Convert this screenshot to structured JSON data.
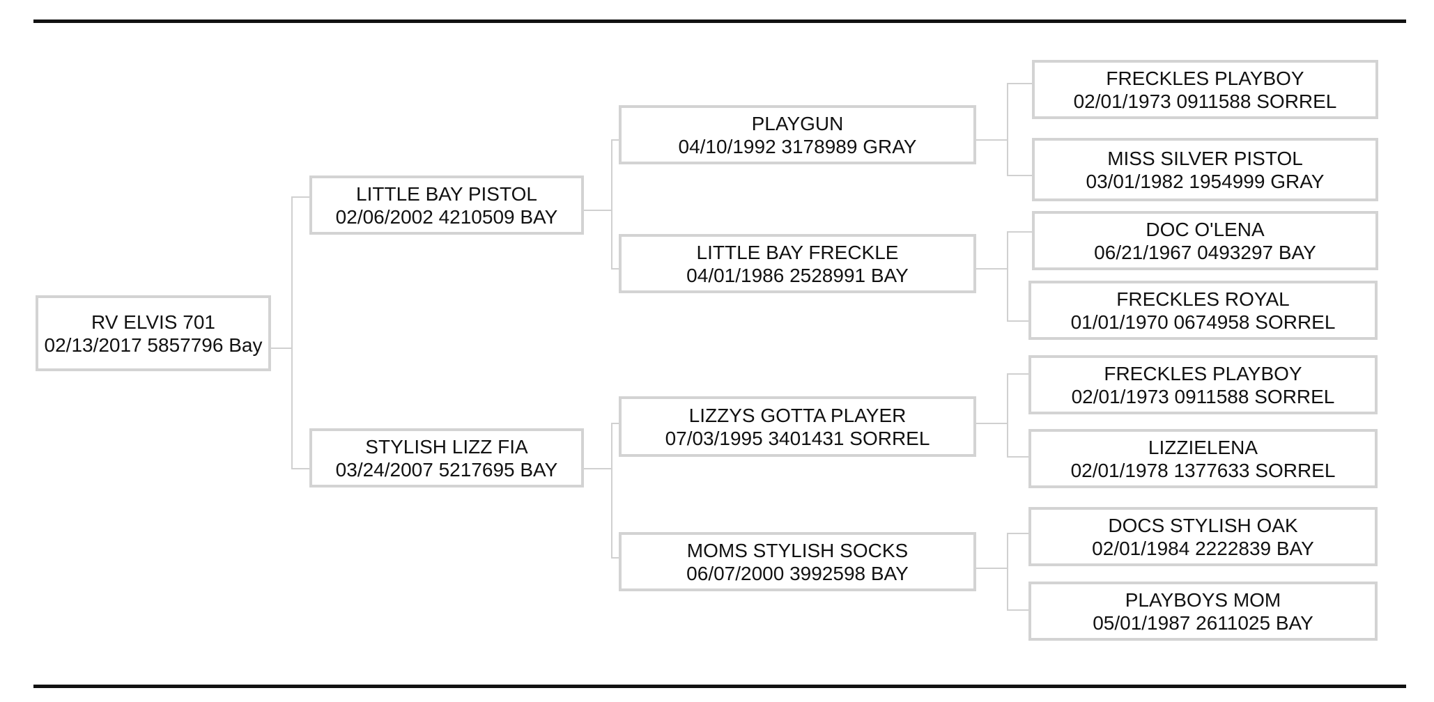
{
  "pedigree": {
    "subject": {
      "name": "RV ELVIS 701",
      "info": "02/13/2017 5857796 Bay"
    },
    "sire": {
      "name": "LITTLE BAY PISTOL",
      "info": "02/06/2002 4210509 BAY"
    },
    "dam": {
      "name": "STYLISH LIZZ FIA",
      "info": "03/24/2007 5217695 BAY"
    },
    "sire_sire": {
      "name": "PLAYGUN",
      "info": "04/10/1992 3178989 GRAY"
    },
    "sire_dam": {
      "name": "LITTLE BAY FRECKLE",
      "info": "04/01/1986 2528991 BAY"
    },
    "dam_sire": {
      "name": "LIZZYS GOTTA PLAYER",
      "info": "07/03/1995 3401431 SORREL"
    },
    "dam_dam": {
      "name": "MOMS STYLISH SOCKS",
      "info": "06/07/2000 3992598 BAY"
    },
    "sire_sire_sire": {
      "name": "FRECKLES PLAYBOY",
      "info": "02/01/1973 0911588 SORREL"
    },
    "sire_sire_dam": {
      "name": "MISS SILVER PISTOL",
      "info": "03/01/1982 1954999 GRAY"
    },
    "sire_dam_sire": {
      "name": "DOC O'LENA",
      "info": "06/21/1967 0493297 BAY"
    },
    "sire_dam_dam": {
      "name": "FRECKLES ROYAL",
      "info": "01/01/1970 0674958 SORREL"
    },
    "dam_sire_sire": {
      "name": "FRECKLES PLAYBOY",
      "info": "02/01/1973 0911588 SORREL"
    },
    "dam_sire_dam": {
      "name": "LIZZIELENA",
      "info": "02/01/1978 1377633 SORREL"
    },
    "dam_dam_sire": {
      "name": "DOCS STYLISH OAK",
      "info": "02/01/1984 2222839 BAY"
    },
    "dam_dam_dam": {
      "name": "PLAYBOYS MOM",
      "info": "05/01/1987 2611025 BAY"
    }
  },
  "colors": {
    "border": "#d3d3d3",
    "connector": "#d0d0d0",
    "rule": "#111111",
    "text": "#111111"
  }
}
